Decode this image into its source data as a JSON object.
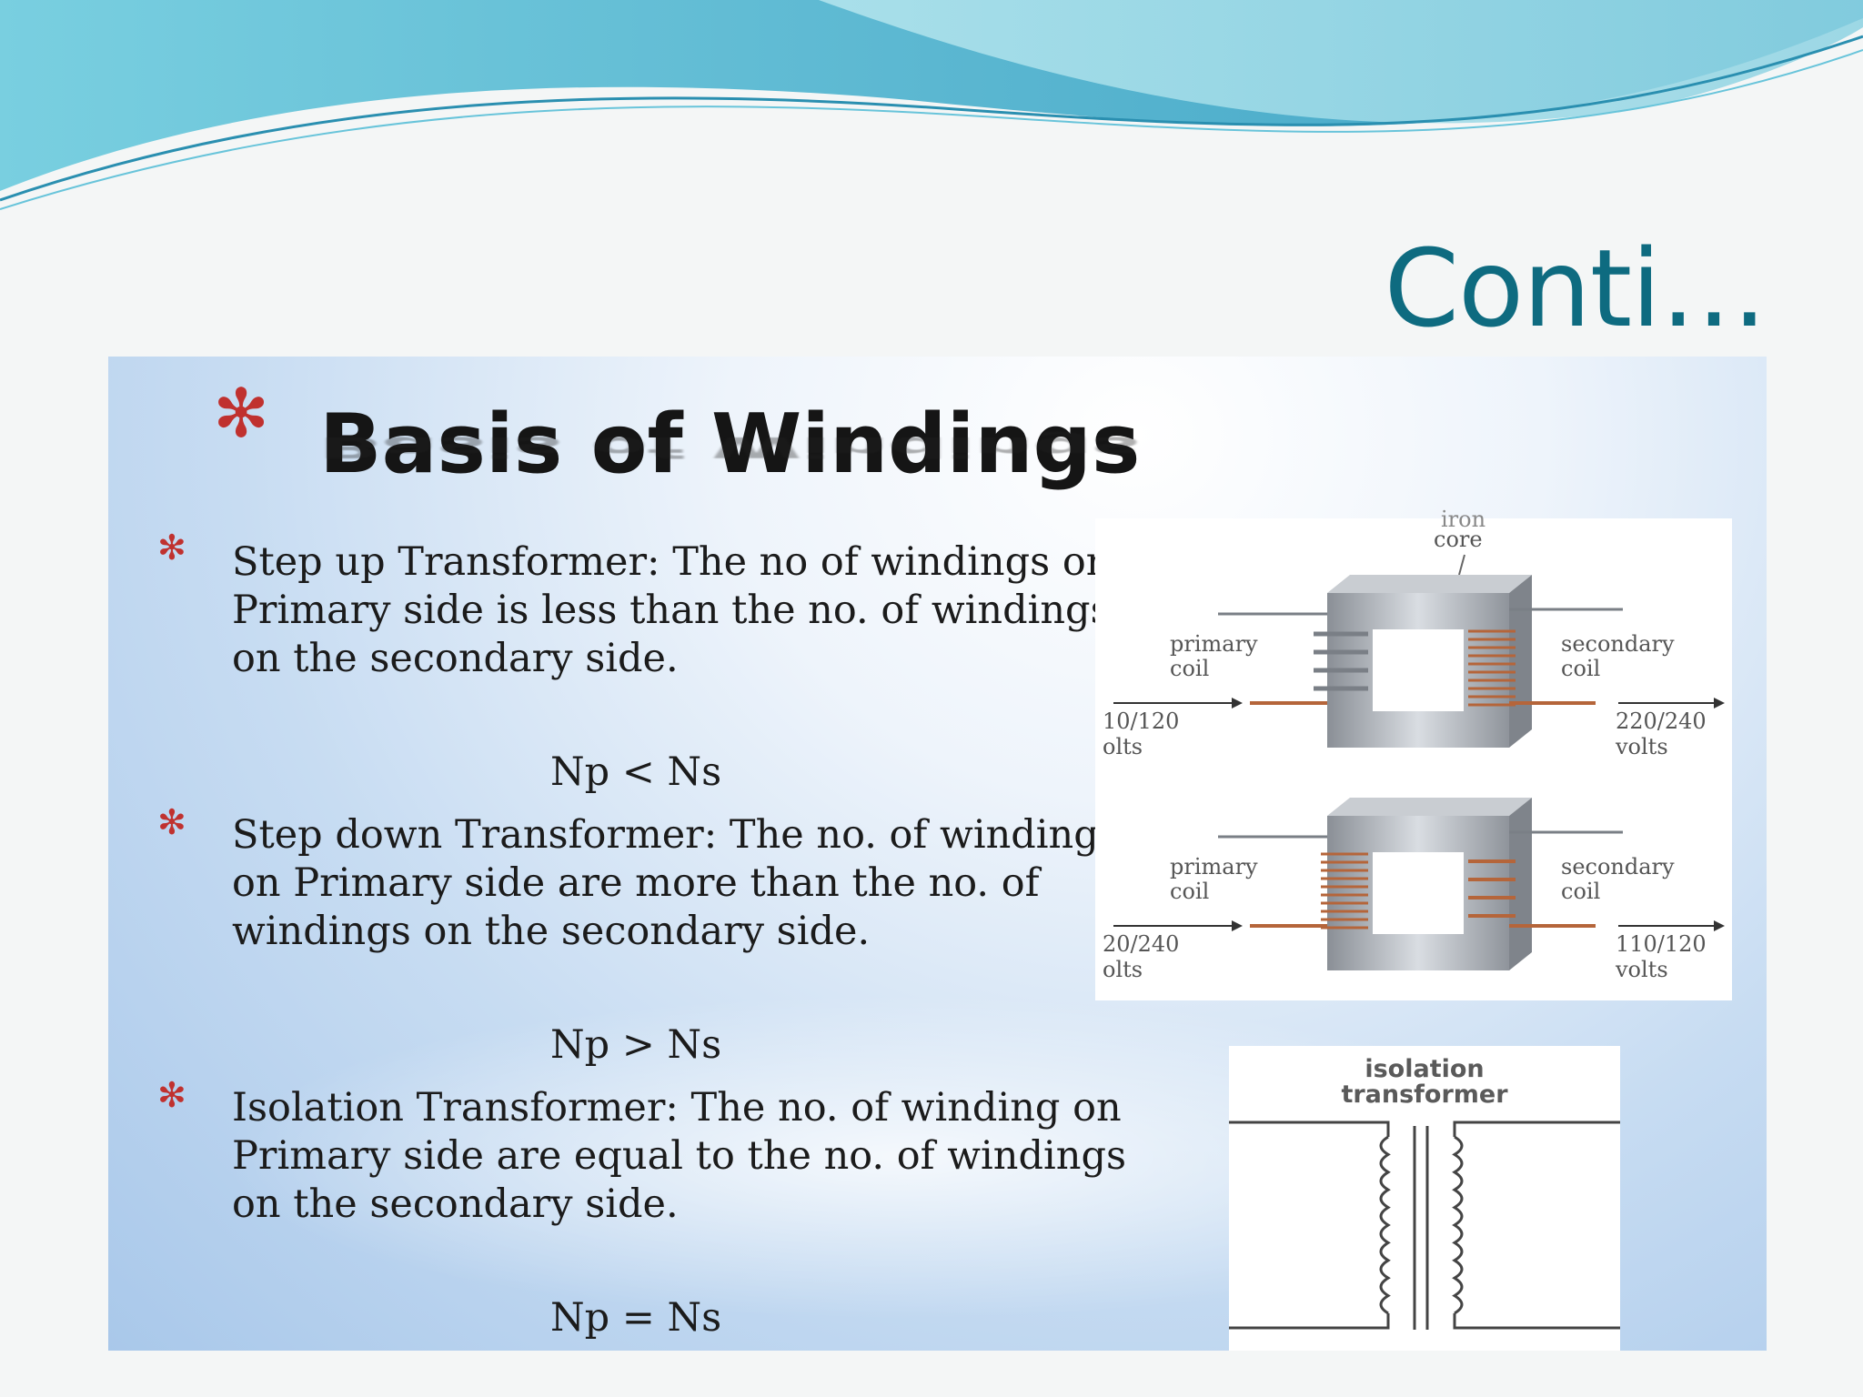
{
  "slide": {
    "title": "Conti…"
  },
  "panel": {
    "heading": "Basis of Windings",
    "items": [
      {
        "text": "Step up Transformer: The no of windings on Primary side is less than the no. of windings on the secondary side.",
        "formula": "Np < Ns"
      },
      {
        "text": "Step down Transformer: The no. of winding on Primary side are more than the no. of windings on the secondary side.",
        "formula": "Np > Ns"
      },
      {
        "text": "Isolation Transformer: The no. of winding on Primary side are equal to the no. of windings on the secondary side.",
        "formula": "Np = Ns"
      }
    ]
  },
  "diagram": {
    "core_label_top": "iron",
    "core_label": "core",
    "step_up": {
      "primary": "primary",
      "primary_2": "coil",
      "secondary": "secondary",
      "secondary_2": "coil",
      "input": "10/120",
      "input_2": "olts",
      "output": "220/240",
      "output_2": "volts"
    },
    "step_down": {
      "primary": "primary",
      "primary_2": "coil",
      "secondary": "secondary",
      "secondary_2": "coil",
      "input": "20/240",
      "input_2": "olts",
      "output": "110/120",
      "output_2": "volts"
    }
  },
  "isolation": {
    "line1": "isolation",
    "line2": "transformer"
  },
  "colors": {
    "title": "#0e6b80",
    "star": "#c0312f",
    "coil": "#b5653a",
    "wave": "#4fb2cf"
  }
}
